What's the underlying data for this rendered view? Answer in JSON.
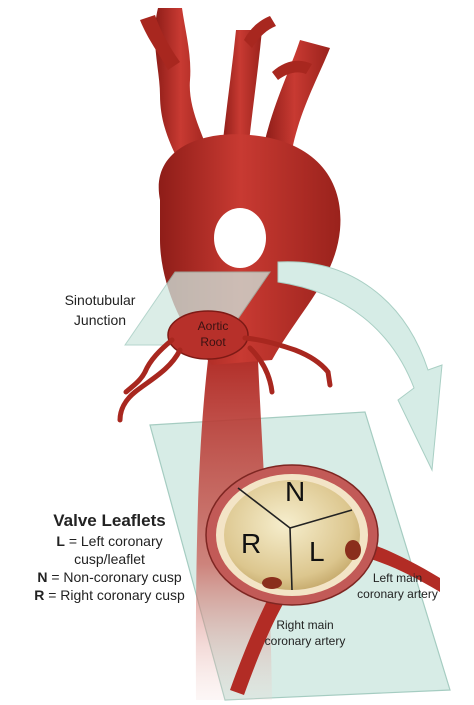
{
  "labels": {
    "sinotubular_line1": "Sinotubular",
    "sinotubular_line2": "Junction",
    "aortic_root_line1": "Aortic",
    "aortic_root_line2": "Root",
    "left_main_line1": "Left main",
    "left_main_line2": "coronary artery",
    "right_main_line1": "Right main",
    "right_main_line2": "coronary artery"
  },
  "valve": {
    "leaflet_n": "N",
    "leaflet_r": "R",
    "leaflet_l": "L"
  },
  "legend": {
    "title": "Valve Leaflets",
    "items": [
      {
        "key": "L",
        "text_line1": " = Left coronary",
        "text_line2": "cusp/leaflet"
      },
      {
        "key": "N",
        "text_line1": " = Non-coronary cusp"
      },
      {
        "key": "R",
        "text_line1": " = Right coronary cusp"
      }
    ]
  },
  "colors": {
    "artery": "#c0302a",
    "artery_dark": "#8e1d18",
    "plane": "#cfe8e0",
    "arrow": "#d6ece6",
    "valve_ring": "#b84a48",
    "valve_interior": "#e9dcae"
  }
}
